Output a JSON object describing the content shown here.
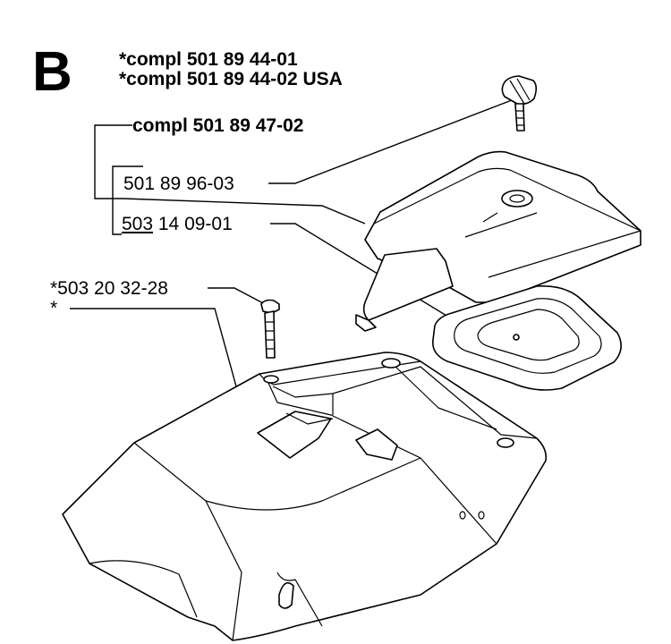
{
  "section_letter": "B",
  "header": {
    "line1": "*compl 501 89 44-01",
    "line2": "*compl 501 89 44-02 USA"
  },
  "subassembly": {
    "label": "compl 501 89 47-02"
  },
  "parts": [
    {
      "label": "501 89 96-03"
    },
    {
      "label_prefix": "503",
      "label_rest": " 14 09-01"
    },
    {
      "label": "*503 20 32-28"
    },
    {
      "label": "*"
    }
  ]
}
